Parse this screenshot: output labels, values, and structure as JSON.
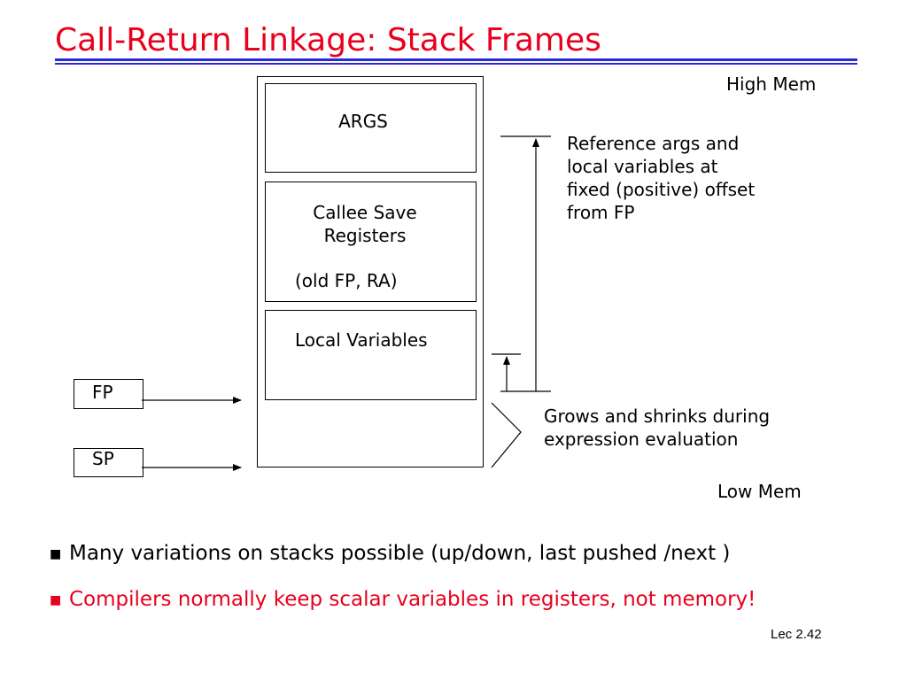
{
  "slide": {
    "title": "Call-Return Linkage: Stack Frames",
    "footer": "Lec 2.42"
  },
  "stack": {
    "args": "ARGS",
    "callee_save_line1": "Callee Save",
    "callee_save_line2": "Registers",
    "callee_save_line3": "(old FP,  RA)",
    "local_vars": "Local Variables"
  },
  "pointers": {
    "fp": "FP",
    "sp": "SP"
  },
  "labels": {
    "high_mem": "High Mem",
    "low_mem": "Low Mem",
    "reference_note": [
      "Reference args and",
      "local variables at",
      "fixed (positive) offset",
      "from FP"
    ],
    "grows_note": [
      "Grows and shrinks during",
      "expression evaluation"
    ]
  },
  "bullets": [
    {
      "text": "Many variations on stacks possible (up/down, last pushed /next )",
      "color": "#000000"
    },
    {
      "text": "Compilers normally keep scalar variables in registers, not memory!",
      "color": "#e8001c"
    }
  ],
  "icons": {
    "bullet": "square-bullet-icon",
    "arrows": "arrow-icon"
  }
}
